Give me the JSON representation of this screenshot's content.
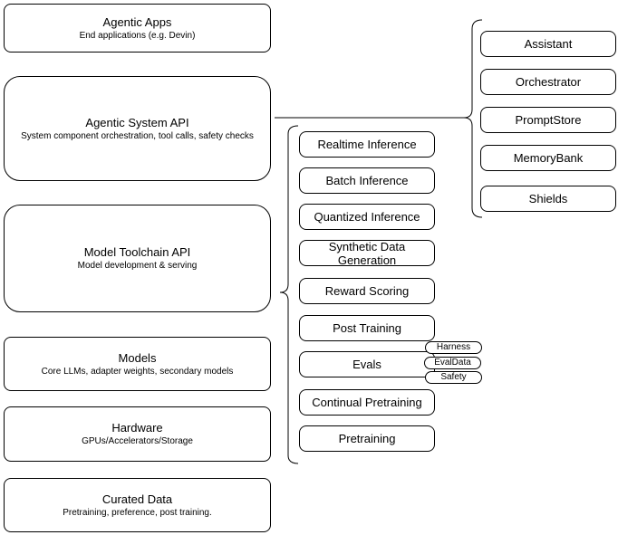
{
  "diagram": {
    "stack": [
      {
        "title": "Agentic Apps",
        "subtitle": "End applications (e.g. Devin)"
      },
      {
        "title": "Agentic System API",
        "subtitle": "System component orchestration, tool calls, safety checks"
      },
      {
        "title": "Model Toolchain API",
        "subtitle": "Model development & serving"
      },
      {
        "title": "Models",
        "subtitle": "Core LLMs, adapter weights, secondary models"
      },
      {
        "title": "Hardware",
        "subtitle": "GPUs/Accelerators/Storage"
      },
      {
        "title": "Curated Data",
        "subtitle": "Pretraining, preference, post training."
      }
    ],
    "toolchain": {
      "items": [
        "Realtime Inference",
        "Batch Inference",
        "Quantized Inference",
        "Synthetic Data Generation",
        "Reward Scoring",
        "Post Training",
        "Evals",
        "Continual Pretraining",
        "Pretraining"
      ],
      "eval_tags": [
        "Harness",
        "EvalData",
        "Safety"
      ]
    },
    "system_components": [
      "Assistant",
      "Orchestrator",
      "PromptStore",
      "MemoryBank",
      "Shields"
    ],
    "colors": {
      "stroke": "#000000",
      "fill": "#ffffff",
      "text": "#000000"
    }
  }
}
